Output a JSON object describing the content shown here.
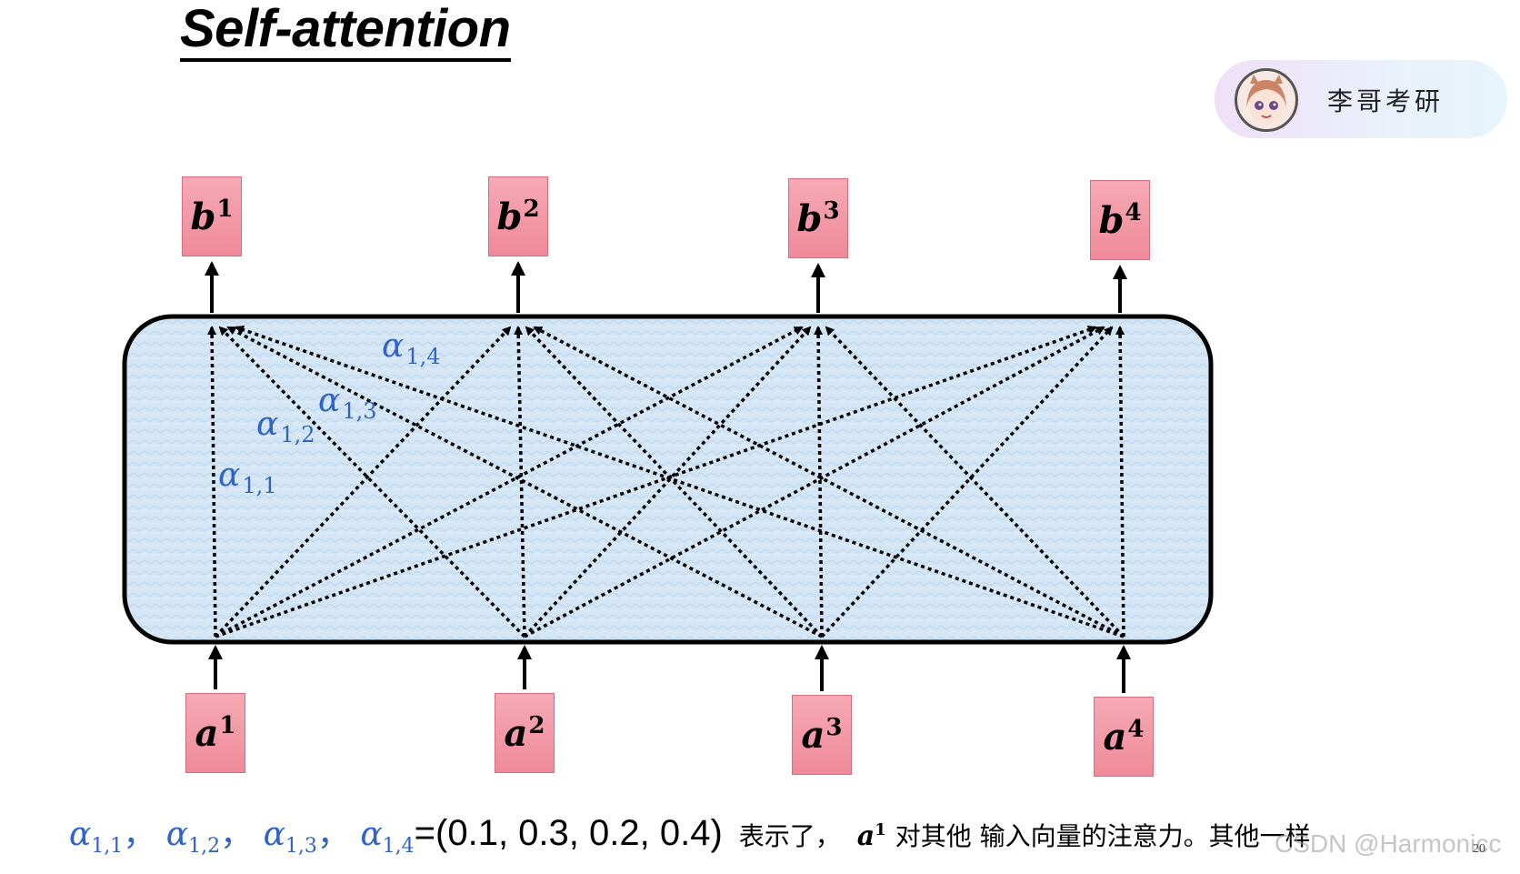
{
  "title": "Self-attention",
  "badge": {
    "text": "李哥考研",
    "icon": "cartoon-avatar-icon"
  },
  "outputs": [
    {
      "base": "b",
      "sup": "1"
    },
    {
      "base": "b",
      "sup": "2"
    },
    {
      "base": "b",
      "sup": "3"
    },
    {
      "base": "b",
      "sup": "4"
    }
  ],
  "inputs": [
    {
      "base": "a",
      "sup": "1"
    },
    {
      "base": "a",
      "sup": "2"
    },
    {
      "base": "a",
      "sup": "3"
    },
    {
      "base": "a",
      "sup": "4"
    }
  ],
  "alpha_labels": [
    {
      "sym": "α",
      "sub": "1,1"
    },
    {
      "sym": "α",
      "sub": "1,2"
    },
    {
      "sym": "α",
      "sub": "1,3"
    },
    {
      "sym": "α",
      "sub": "1,4"
    }
  ],
  "caption": {
    "alphas": [
      {
        "sym": "α",
        "sub": "1,1"
      },
      {
        "sym": "α",
        "sub": "1,2"
      },
      {
        "sym": "α",
        "sub": "1,3"
      },
      {
        "sym": "α",
        "sub": "1,4"
      }
    ],
    "separator": "，",
    "values": "=(0.1, 0.3, 0.2, 0.4)",
    "desc_1": "表示了，",
    "a_base": "a",
    "a_sup": "1",
    "desc_2": "对其他 输入向量的注意力。其他一样"
  },
  "watermark": "CSDN @Harmonicc",
  "page_number": "20",
  "colors": {
    "node_fill": "#f19aa7",
    "box_fill": "#d4e6f5",
    "alpha_text": "#2f63c8",
    "arrow": "#000000"
  }
}
